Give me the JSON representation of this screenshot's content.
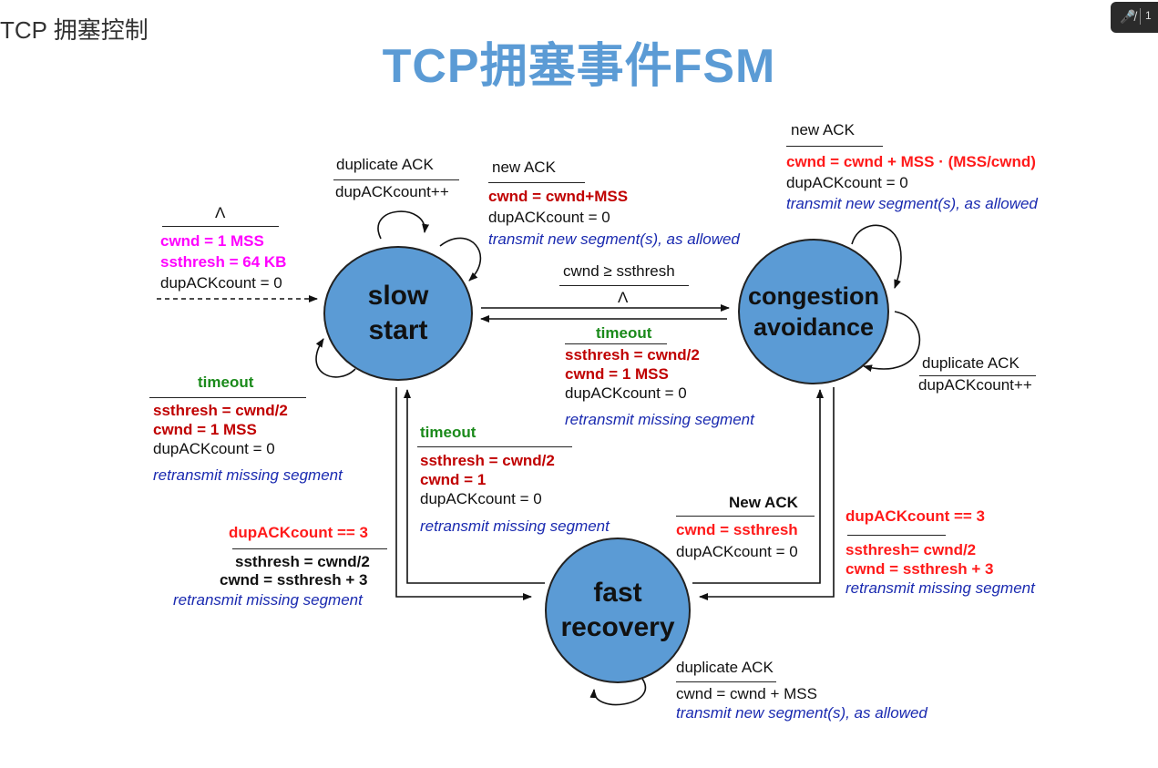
{
  "course_title": "TCP 拥塞控制",
  "slide_title": "TCP拥塞事件FSM",
  "widget": {
    "icon": "mic-muted-icon",
    "text": "1"
  },
  "states": {
    "slow_start": "slow\nstart",
    "congestion_avoidance": "congestion\navoidance",
    "fast_recovery": "fast\nrecovery"
  },
  "init": {
    "event": "Λ",
    "action1": "cwnd = 1 MSS",
    "action2": "ssthresh = 64 KB",
    "action3": "dupACKcount = 0"
  },
  "ss_dup": {
    "event": "duplicate ACK",
    "action": "dupACKcount++"
  },
  "ss_new": {
    "event": "new ACK",
    "action1": "cwnd = cwnd+MSS",
    "action2": "dupACKcount = 0",
    "action3": "transmit new segment(s), as allowed"
  },
  "ss_to_ca": {
    "event": "cwnd ≥ ssthresh",
    "action": "Λ"
  },
  "ca_to_ss": {
    "event": "timeout",
    "action1": "ssthresh = cwnd/2",
    "action2": "cwnd = 1 MSS",
    "action3": "dupACKcount = 0",
    "action4": "retransmit missing segment"
  },
  "ss_timeout": {
    "event": "timeout",
    "action1": "ssthresh = cwnd/2",
    "action2": "cwnd = 1 MSS",
    "action3": "dupACKcount = 0",
    "action4": "retransmit missing segment"
  },
  "ca_new": {
    "event": "new ACK",
    "action1": "cwnd = cwnd + MSS · (MSS/cwnd)",
    "action2": "dupACKcount = 0",
    "action3": "transmit new segment(s), as allowed"
  },
  "ca_dup": {
    "event": "duplicate ACK",
    "action": "dupACKcount++"
  },
  "fr_to_ss": {
    "event": "timeout",
    "action1": "ssthresh = cwnd/2",
    "action2": "cwnd = 1",
    "action3": "dupACKcount = 0",
    "action4": "retransmit missing segment"
  },
  "ss_to_fr": {
    "event": "dupACKcount == 3",
    "action1": "ssthresh = cwnd/2",
    "action2": "cwnd = ssthresh + 3",
    "action3": "retransmit missing segment"
  },
  "fr_to_ca": {
    "event": "New ACK",
    "action1": "cwnd = ssthresh",
    "action2": "dupACKcount = 0"
  },
  "ca_to_fr": {
    "event": "dupACKcount == 3",
    "action1": "ssthresh= cwnd/2",
    "action2": "cwnd = ssthresh + 3",
    "action3": "retransmit missing segment"
  },
  "fr_dup": {
    "event": "duplicate ACK",
    "action1": "cwnd = cwnd + MSS",
    "action2": "transmit new segment(s), as allowed"
  },
  "colors": {
    "state_fill": "#5b9bd5",
    "title": "#5b9bd5",
    "action_red": "#c00000",
    "event_green": "#1a8a1a",
    "init_magenta": "#ff00ff",
    "italic_blue": "#1a2ab0"
  }
}
